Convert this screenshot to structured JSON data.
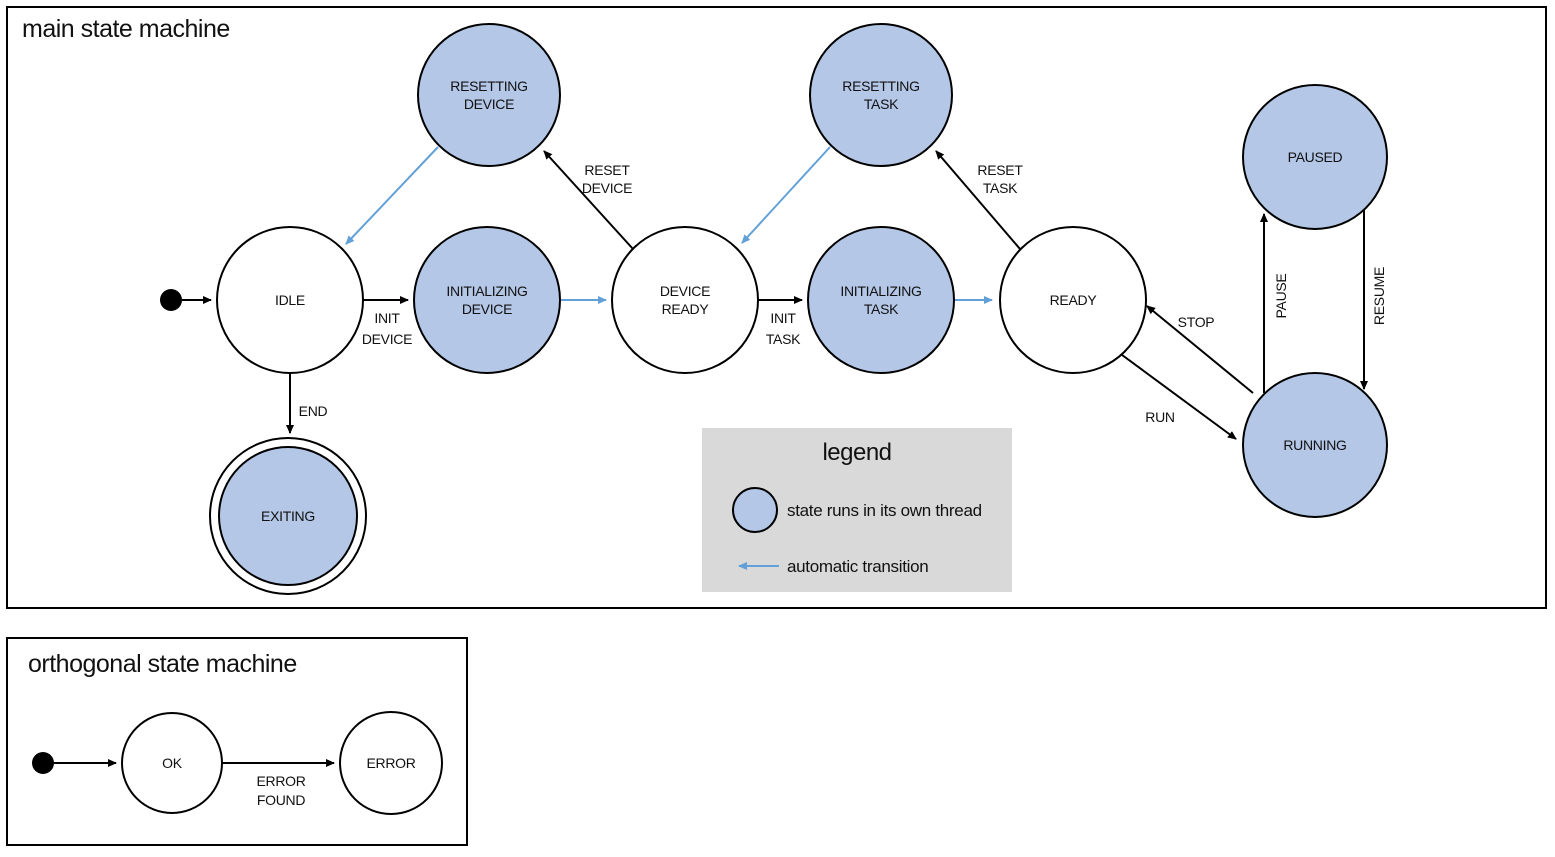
{
  "colors": {
    "state_thread_fill": "#b4c7e7",
    "outline": "#000000",
    "auto_transition_blue": "#62a0d8",
    "legend_background": "#d9d9d9",
    "background": "#ffffff"
  },
  "main": {
    "title": "main state machine",
    "states": {
      "idle": "IDLE",
      "initializing_device": [
        "INITIALIZING",
        "DEVICE"
      ],
      "device_ready": [
        "DEVICE",
        "READY"
      ],
      "initializing_task": [
        "INITIALIZING",
        "TASK"
      ],
      "ready": "READY",
      "resetting_device": [
        "RESETTING",
        "DEVICE"
      ],
      "resetting_task": [
        "RESETTING",
        "TASK"
      ],
      "paused": "PAUSED",
      "running": "RUNNING",
      "exiting": "EXITING"
    },
    "transitions": {
      "init_device": [
        "INIT",
        "DEVICE"
      ],
      "init_task": [
        "INIT",
        "TASK"
      ],
      "reset_device": [
        "RESET",
        "DEVICE"
      ],
      "reset_task": [
        "RESET",
        "TASK"
      ],
      "end": "END",
      "run": "RUN",
      "stop": "STOP",
      "pause": "PAUSE",
      "resume": "RESUME"
    }
  },
  "legend": {
    "title": "legend",
    "thread_state_label": "state runs in its own thread",
    "auto_transition_label": "automatic transition"
  },
  "orthogonal": {
    "title": "orthogonal state machine",
    "states": {
      "ok": "OK",
      "error": "ERROR"
    },
    "transitions": {
      "error_found": [
        "ERROR",
        "FOUND"
      ]
    }
  }
}
